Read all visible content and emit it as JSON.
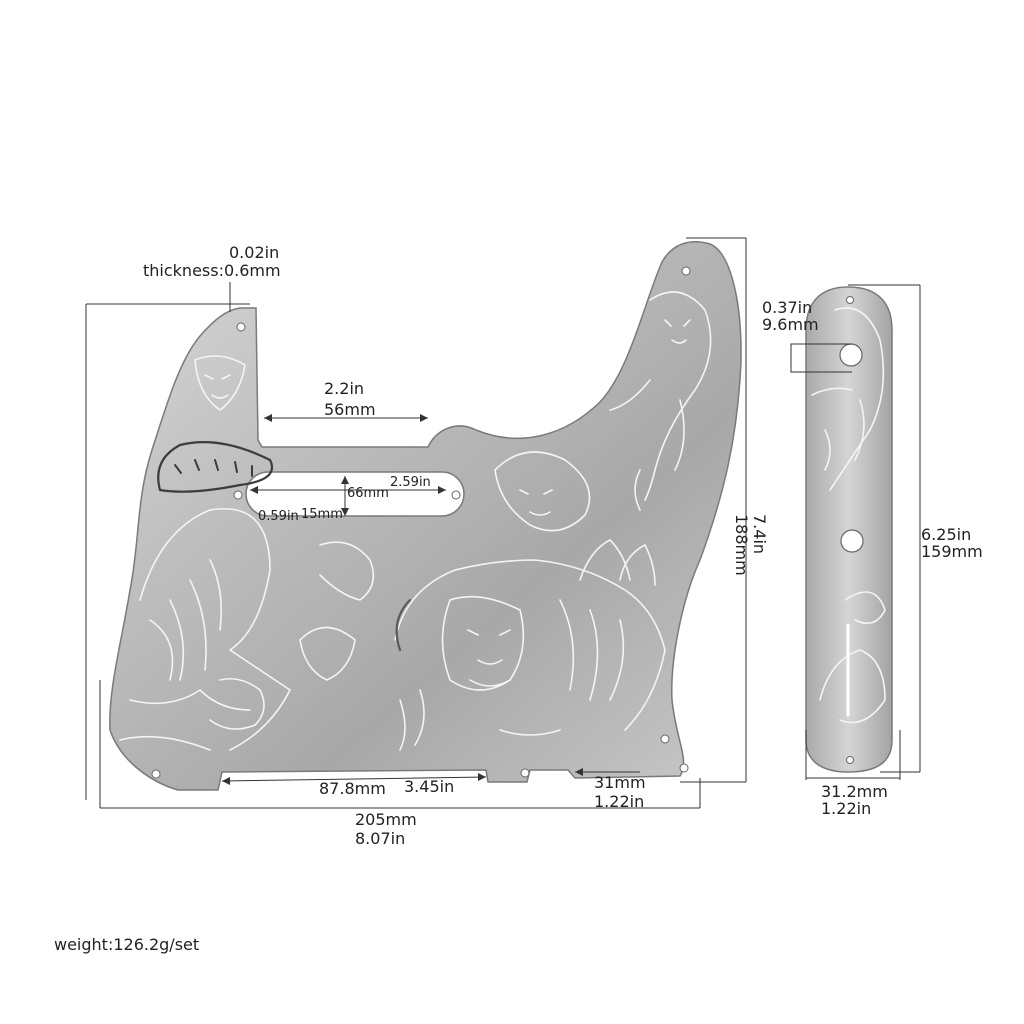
{
  "pickguard": {
    "thickness": {
      "inch": "0.02in",
      "label": "thickness:0.6mm"
    },
    "neck_pocket": {
      "inch": "2.2in",
      "mm": "56mm"
    },
    "pickup_slot": {
      "inch": "2.59in",
      "mm": "66mm",
      "width_inch": "0.59in",
      "width_mm": "15mm"
    },
    "bottom_span": {
      "mm": "87.8mm",
      "inch": "3.45in"
    },
    "bottom_right": {
      "mm": "31mm",
      "inch": "1.22in"
    },
    "overall_width": {
      "mm": "205mm",
      "inch": "8.07in"
    },
    "overall_height": {
      "inch": "7.4in",
      "mm": "188mm"
    }
  },
  "control_plate": {
    "hole_diameter": {
      "inch": "0.37in",
      "mm": "9.6mm"
    },
    "length": {
      "inch": "6.25in",
      "mm": "159mm"
    },
    "width": {
      "mm": "31.2mm",
      "inch": "1.22in"
    }
  },
  "weight": "weight:126.2g/set",
  "colors": {
    "metal_light": "#e6e6e6",
    "metal_mid": "#b9b9b9",
    "metal_dark": "#8a8a8a",
    "engrave": "#f5f5f5",
    "edge": "#7a7a7a",
    "dim_line": "#333333"
  }
}
